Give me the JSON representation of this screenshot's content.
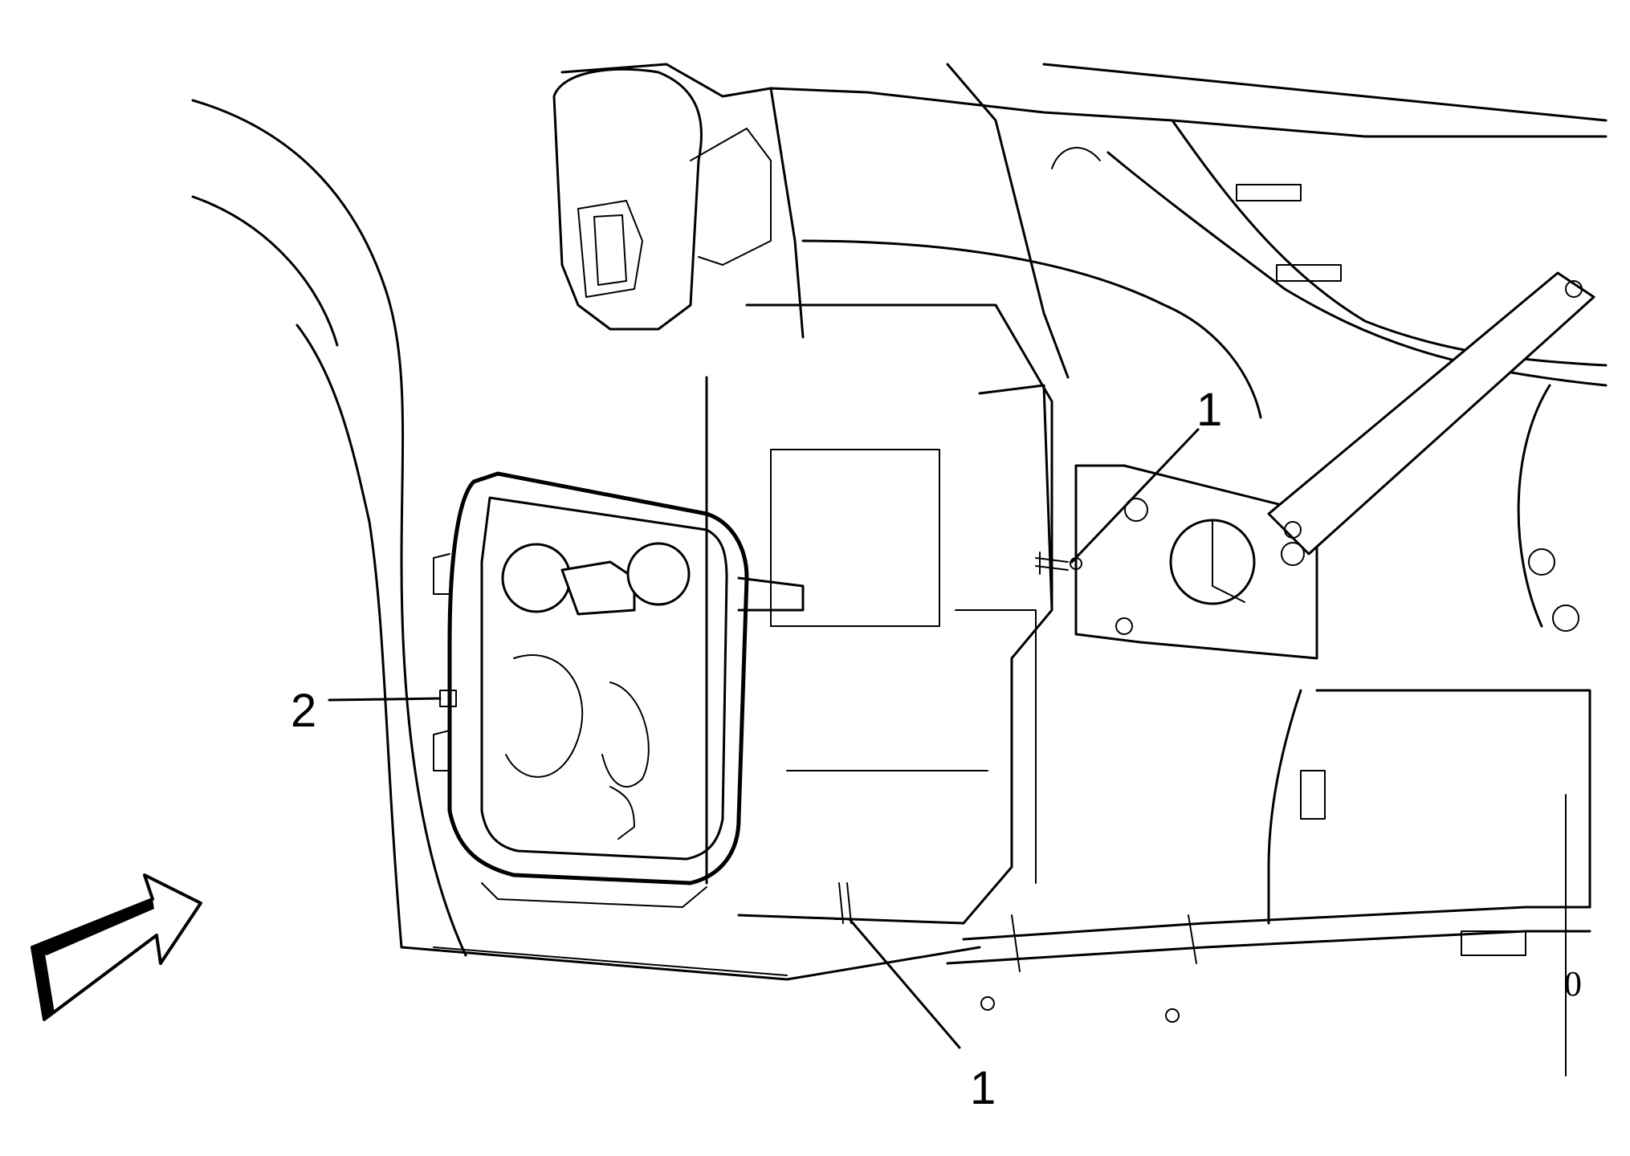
{
  "callouts": [
    {
      "id": "1",
      "label": "1"
    },
    {
      "id": "1b",
      "label": "1"
    },
    {
      "id": "2",
      "label": "2"
    }
  ],
  "edge_mark": "0",
  "colors": {
    "line": "#000000",
    "background": "#ffffff"
  }
}
